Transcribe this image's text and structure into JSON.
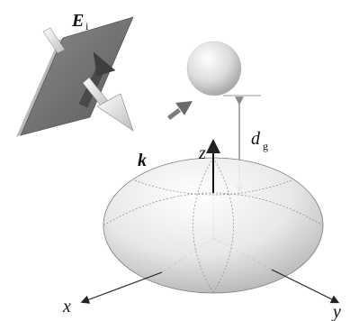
{
  "labels": {
    "field_symbol": "E",
    "field_subscript": "i",
    "wave_vector": "k",
    "gap_symbol": "d",
    "gap_subscript": "g",
    "axis_x": "x",
    "axis_y": "y",
    "axis_z": "z"
  },
  "colors": {
    "plate_face": "#6f6f6f",
    "plate_edge": "#9a9a9a",
    "arrow_light": "#f2f2f2",
    "sphere_light": "#ffffff",
    "sphere_dark": "#a9a9a9",
    "axis": "#222222",
    "dimension_line": "#8a8a8a"
  }
}
